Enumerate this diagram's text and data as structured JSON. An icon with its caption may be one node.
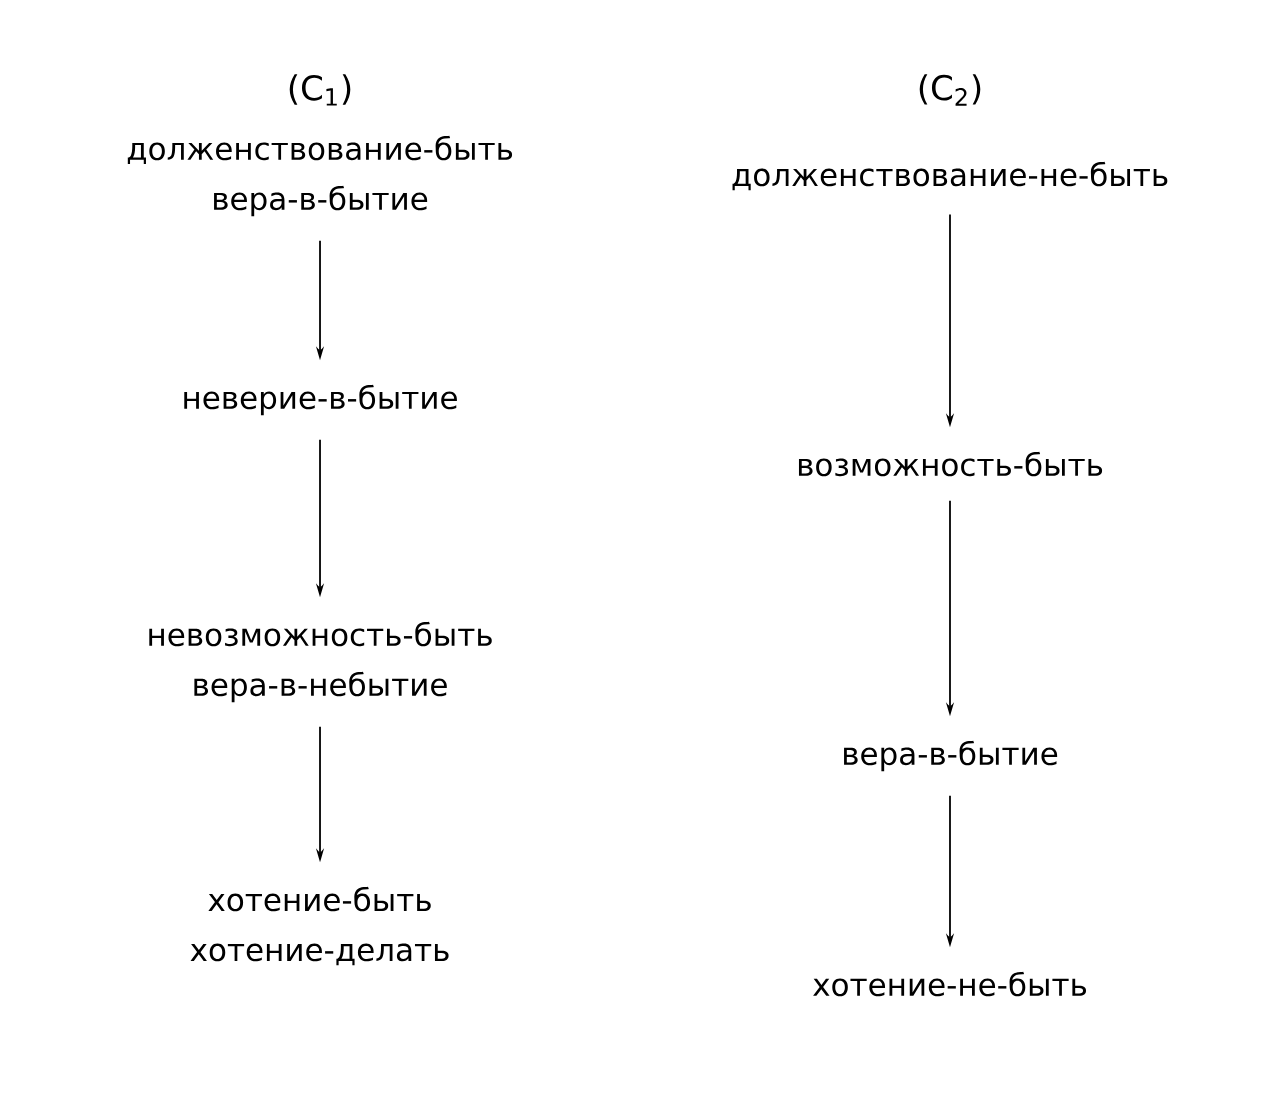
{
  "diagram": {
    "nodes": [
      {
        "text": [
          "долженствование-быть",
          "вера-в-бытие"
        ]
      },
      {
        "text": [
          "неверие-в-бытие"
        ]
      },
      {
        "text": [
          "невозможность-быть",
          "вера-в-небытие"
        ]
      },
      {
        "text": [
          "хотение-быть",
          "хотение-делать"
        ]
      },
      {
        "text": [
          "долженствование-не-быть"
        ]
      },
      {
        "text": [
          "возможность-быть"
        ]
      },
      {
        "text": [
          "вера-в-бытие"
        ]
      },
      {
        "text": [
          "хотение-не-быть"
        ]
      }
    ],
    "edges": [
      {
        "from": 0,
        "to": 1,
        "arrow": "to"
      },
      {
        "from": 1,
        "to": 2,
        "arrow": "to"
      },
      {
        "from": 2,
        "to": 3,
        "arrow": "to"
      },
      {
        "from": 4,
        "to": 5,
        "arrow": "to"
      },
      {
        "from": 5,
        "to": 6,
        "arrow": "to"
      },
      {
        "from": 6,
        "to": 7,
        "arrow": "to"
      }
    ],
    "labels": [
      "(C$_{1}$)",
      "(C$_{2}$)"
    ]
  }
}
